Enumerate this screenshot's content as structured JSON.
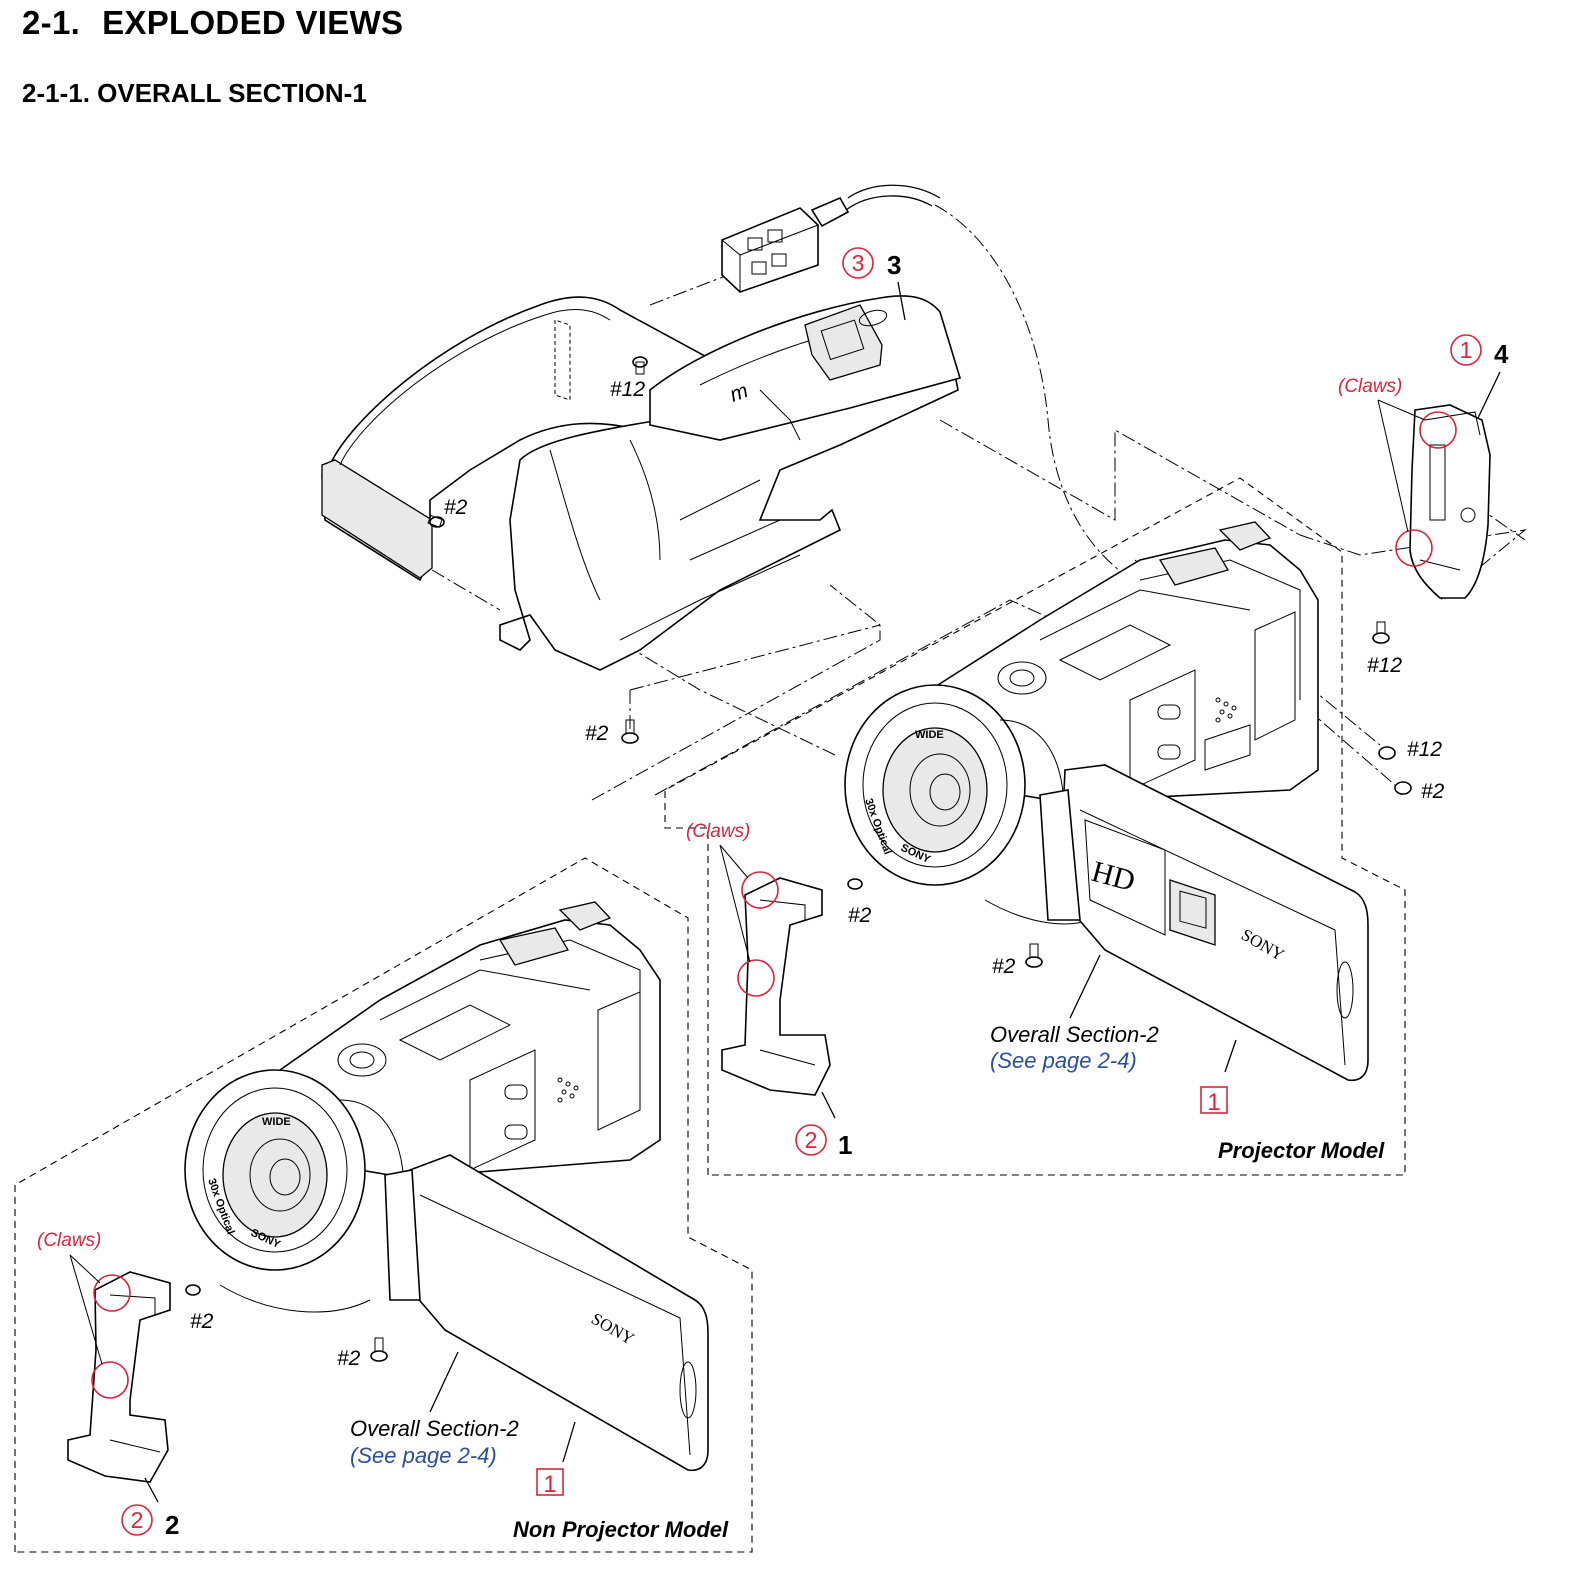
{
  "header": {
    "section_number": "2-1.",
    "section_title": "EXPLODED VIEWS",
    "subsection_title": "2-1-1. OVERALL SECTION-1"
  },
  "diagram": {
    "claws_label": "(Claws)",
    "screw_labels": {
      "s2": "#2",
      "s12": "#12"
    },
    "parts": [
      {
        "ref": "3",
        "circled": "3"
      },
      {
        "ref": "4",
        "circled": "1"
      },
      {
        "ref": "1",
        "circled": "2"
      },
      {
        "ref": "2",
        "circled": "2"
      }
    ],
    "overall_section": "Overall Section-2",
    "see_page": "(See page 2-4)",
    "boxed_ref": "1",
    "models": {
      "projector": "Projector Model",
      "non_projector": "Non Projector Model"
    },
    "lens_text": {
      "wide": "WIDE",
      "optical": "30x Optical",
      "brand": "SONY",
      "hd": "HD"
    }
  },
  "colors": {
    "annotation_red": "#d7263d",
    "link_blue": "#2b4f9c",
    "line": "#000000"
  }
}
